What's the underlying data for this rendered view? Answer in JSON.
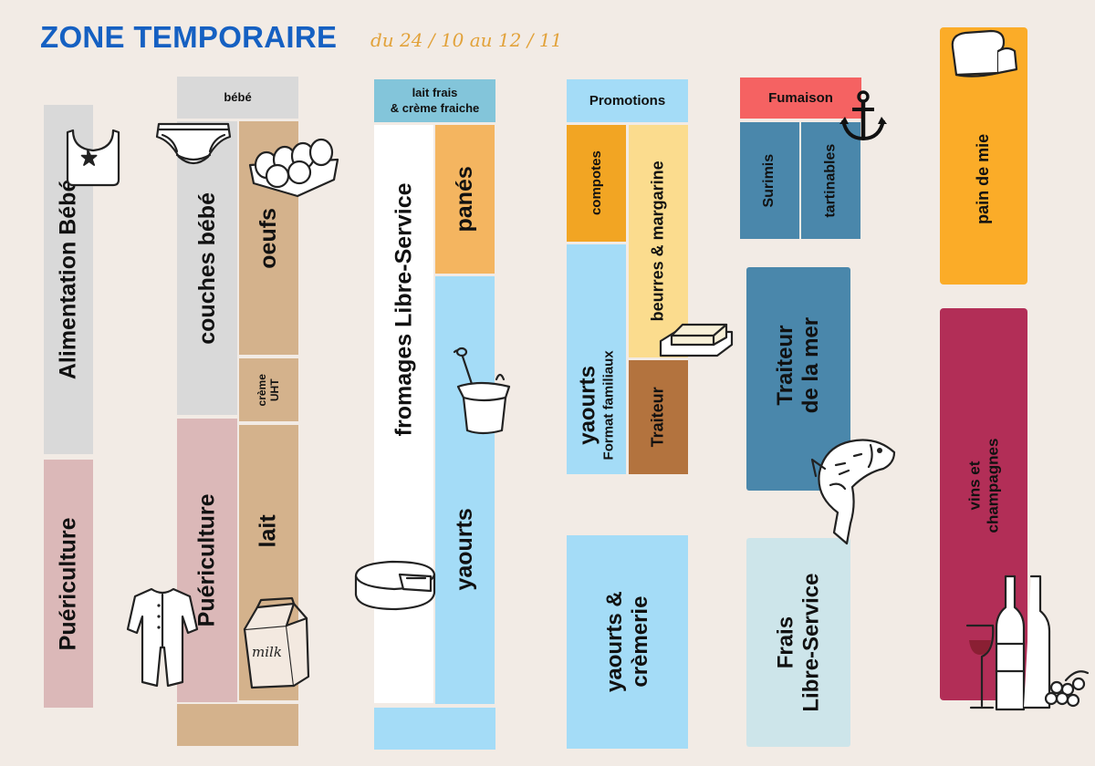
{
  "header": {
    "title": "ZONE TEMPORAIRE",
    "subtitle": "du 24 / 10 au 12 / 11"
  },
  "colors": {
    "background": "#f2ebe5",
    "title_blue": "#1560c2",
    "subtitle_gold": "#e2a23a",
    "grey": "#d9d9d9",
    "pink": "#dbb8b8",
    "tan": "#d4b28c",
    "light_blue": "#a4dcf7",
    "steel_blue": "#4a87ab",
    "orange": "#f4b560",
    "dark_orange": "#f2a523",
    "pale_yellow": "#fbdc8e",
    "brown": "#b3733e",
    "red": "#f56262",
    "mint": "#cde5ea",
    "amber": "#fbac28",
    "wine": "#b22e57",
    "white": "#ffffff"
  },
  "sections": {
    "alimentation_bebe": "Alimentation Bébé",
    "puericulture_left": "Puériculture",
    "bebe": "bébé",
    "couches_bebe": "couches bébé",
    "oeufs": "oeufs",
    "creme_uht_line1": "crème",
    "creme_uht_line2": "UHT",
    "puericulture_mid": "Puériculture",
    "lait": "lait",
    "lait_frais_line1": "lait frais",
    "lait_frais_line2": "& crème fraiche",
    "fromages_ls": "fromages Libre-Service",
    "panes": "panés",
    "yaourts": "yaourts",
    "promotions": "Promotions",
    "compotes": "compotes",
    "beurres_margarine": "beurres & margarine",
    "yaourts_ff_line1": "yaourts",
    "yaourts_ff_line2": "Format familiaux",
    "traiteur": "Traiteur",
    "yaourts_cremerie_line1": "yaourts &",
    "yaourts_cremerie_line2": "crèmerie",
    "fumaison": "Fumaison",
    "surimis": "Surimis",
    "tartinables": "tartinables",
    "traiteur_mer_line1": "Traiteur",
    "traiteur_mer_line2": "de la mer",
    "frais_ls_line1": "Frais",
    "frais_ls_line2": "Libre-Service",
    "pain_de_mie": "pain de mie",
    "vins_line1": "vins et",
    "vins_line2": "champagnes"
  },
  "icons": {
    "bib": "bib-icon",
    "diaper": "diaper-icon",
    "egg_carton": "egg-carton-icon",
    "onesie": "onesie-icon",
    "milk_carton": "milk-carton-icon",
    "milk_label": "milk",
    "cheese": "cheese-icon",
    "yogurt": "yogurt-icon",
    "butter": "butter-icon",
    "anchor": "anchor-icon",
    "fish": "fish-icon",
    "bread": "bread-icon",
    "wine": "wine-bottles-icon"
  }
}
